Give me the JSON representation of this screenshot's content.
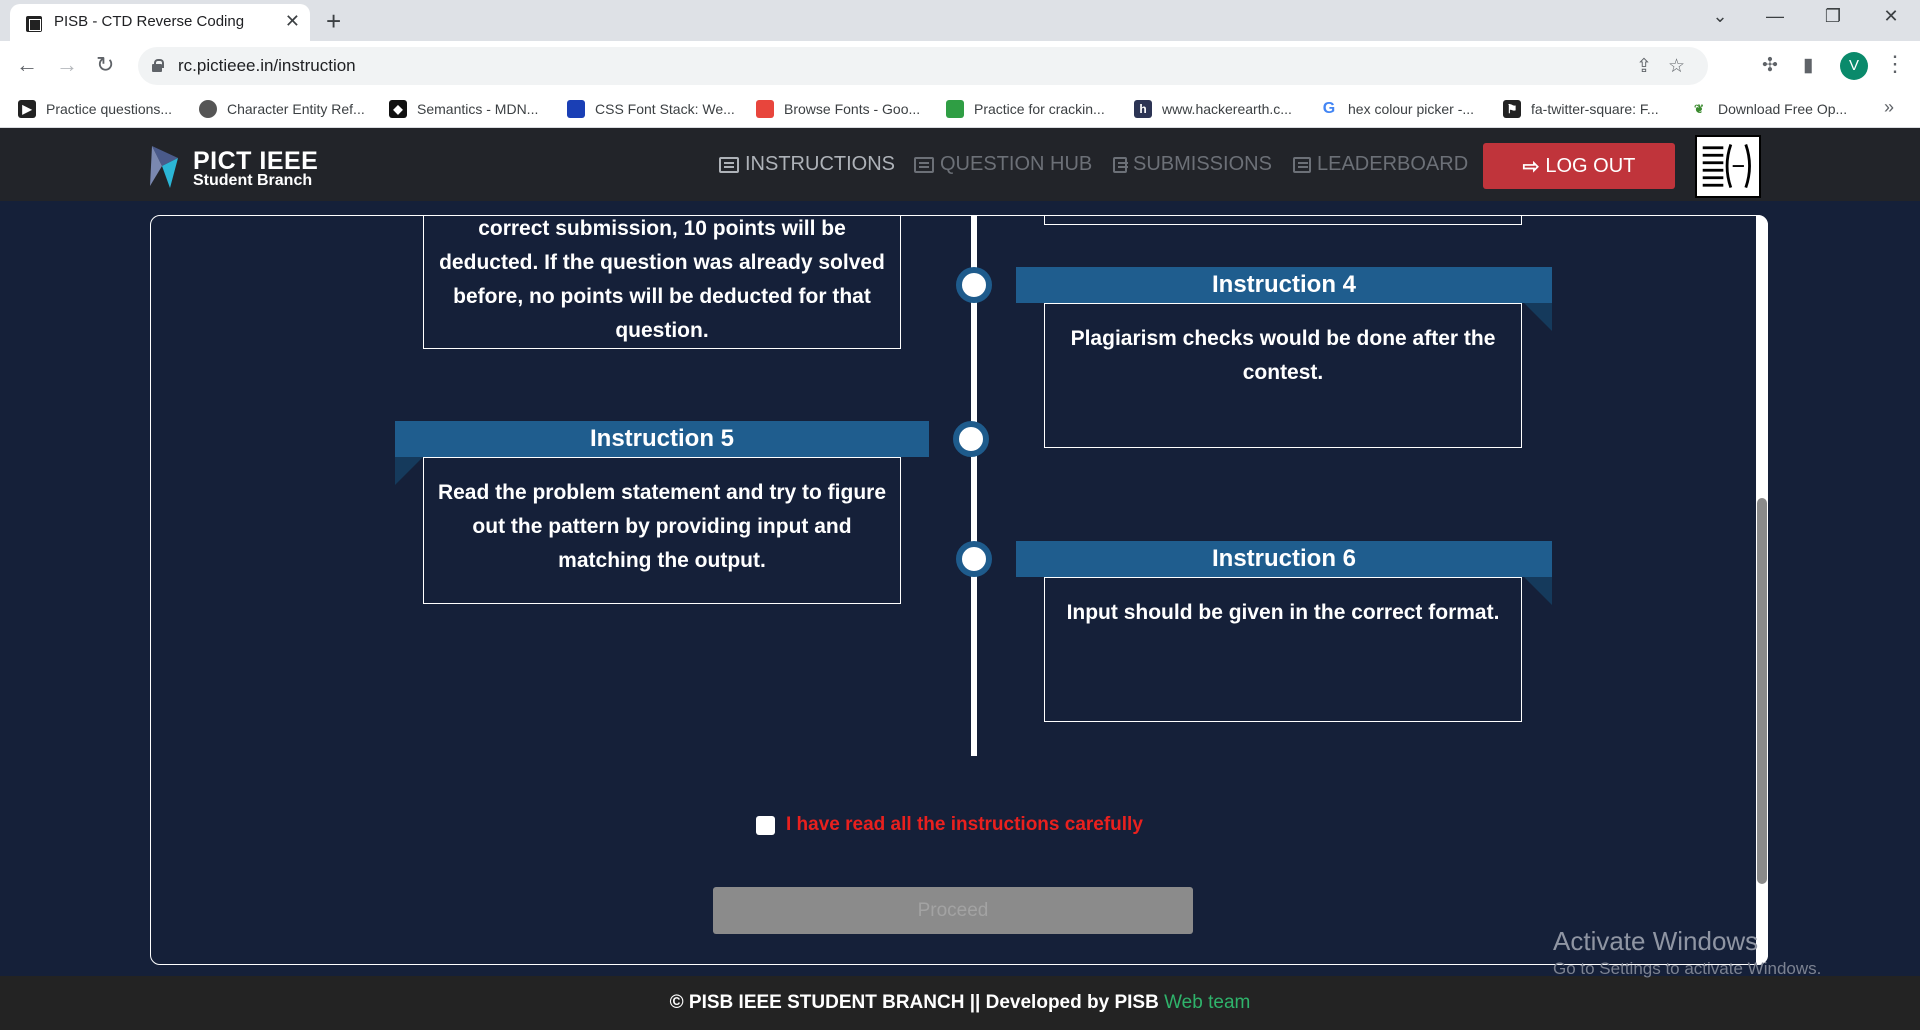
{
  "browser": {
    "tab_title": "PISB - CTD Reverse Coding",
    "url": "rc.pictieee.in/instruction",
    "profile_initial": "V",
    "bookmarks": [
      {
        "label": "Practice questions...",
        "color": "#222222"
      },
      {
        "label": "Character Entity Ref...",
        "color": "#555555"
      },
      {
        "label": "Semantics - MDN...",
        "color": "#111111"
      },
      {
        "label": "CSS Font Stack: We...",
        "color": "#1a3fb5"
      },
      {
        "label": "Browse Fonts - Goo...",
        "color": "#e8453c"
      },
      {
        "label": "Practice for crackin...",
        "color": "#2f9e44"
      },
      {
        "label": "www.hackerearth.c...",
        "color": "#2c3454"
      },
      {
        "label": "hex colour picker -...",
        "color": "#4285f4"
      },
      {
        "label": "fa-twitter-square: F...",
        "color": "#222222"
      },
      {
        "label": "Download Free Op...",
        "color": "#3a8a2e"
      }
    ]
  },
  "site": {
    "logo_title": "PICT IEEE",
    "logo_subtitle": "Student Branch",
    "nav": {
      "instructions": "INSTRUCTIONS",
      "question_hub": "QUESTION HUB",
      "submissions": "SUBMISSIONS",
      "leaderboard": "LEADERBOARD",
      "logout": "LOG OUT"
    },
    "instructions": {
      "item3_text": "correct submission, 10 points will be deducted. If the question was already solved before, no points will be deducted for that question.",
      "item4_title": "Instruction 4",
      "item4_text": "Plagiarism checks would be done after the contest.",
      "item5_title": "Instruction 5",
      "item5_text": "Read the problem statement and try to figure out the pattern by providing input and matching the output.",
      "item6_title": "Instruction 6",
      "item6_text": "Input should be given in the correct format."
    },
    "agree_label": "I have read all the instructions carefully",
    "proceed_label": "Proceed",
    "footer_text": "© PISB IEEE STUDENT BRANCH || Developed by PISB",
    "footer_link": "Web team"
  },
  "os": {
    "activate_title": "Activate Windows",
    "activate_sub": "Go to Settings to activate Windows."
  },
  "colors": {
    "page_bg": "#152039",
    "banner": "#1f5d8e",
    "logout": "#c0343b",
    "agree_text": "#e9201e",
    "footer_link": "#2fb36b"
  }
}
